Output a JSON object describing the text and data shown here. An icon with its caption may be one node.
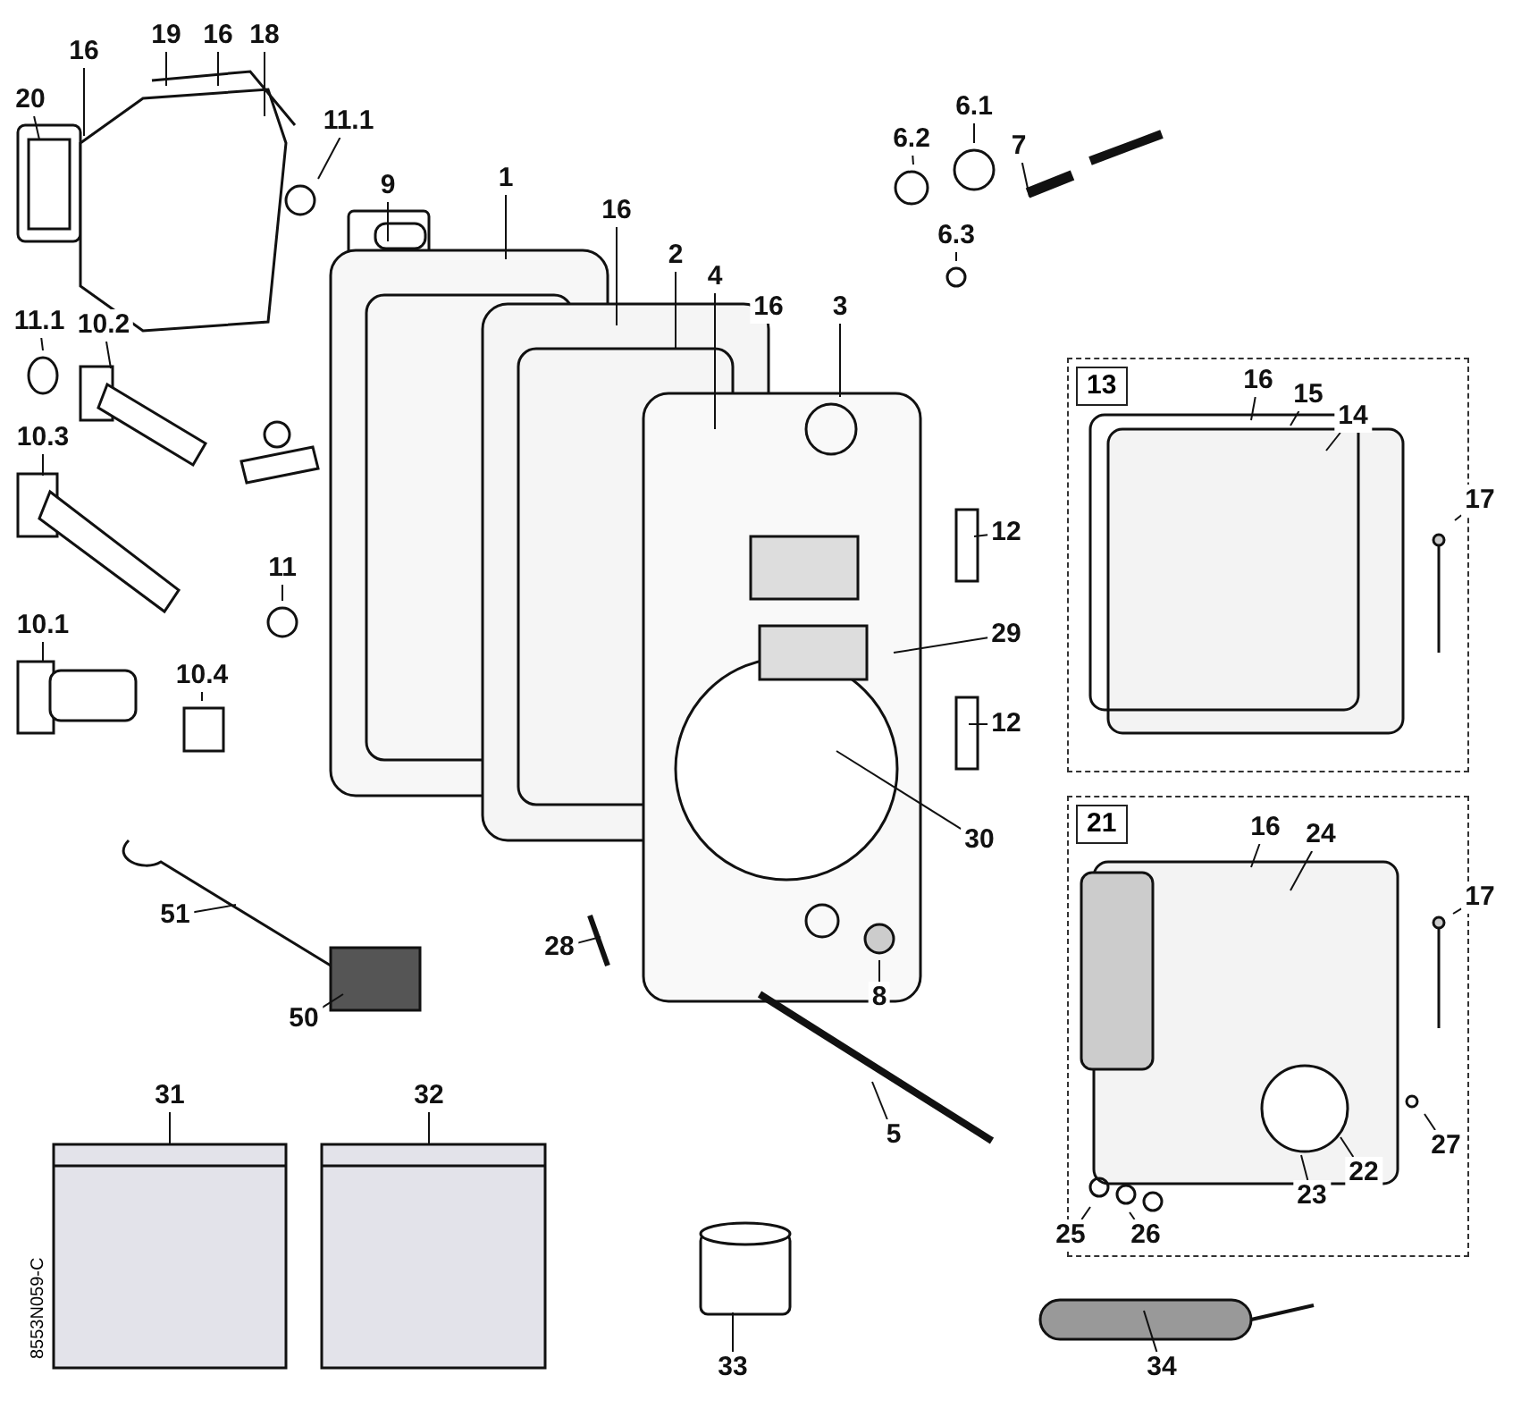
{
  "diagram": {
    "nodes": [
      {
        "text": [
          "20"
        ]
      },
      {
        "text": [
          "16"
        ]
      },
      {
        "text": [
          "19"
        ]
      },
      {
        "text": [
          "16"
        ]
      },
      {
        "text": [
          "18"
        ]
      },
      {
        "text": [
          "11.1"
        ]
      },
      {
        "text": [
          "6.2"
        ]
      },
      {
        "text": [
          "6.1"
        ]
      },
      {
        "text": [
          "7"
        ]
      },
      {
        "text": [
          "9"
        ]
      },
      {
        "text": [
          "1"
        ]
      },
      {
        "text": [
          "6.3"
        ]
      },
      {
        "text": [
          "16"
        ]
      },
      {
        "text": [
          "2"
        ]
      },
      {
        "text": [
          "4"
        ]
      },
      {
        "text": [
          "16"
        ]
      },
      {
        "text": [
          "3"
        ]
      },
      {
        "text": [
          "11.1"
        ]
      },
      {
        "text": [
          "10.2"
        ]
      },
      {
        "text": [
          "13"
        ]
      },
      {
        "text": [
          "16"
        ],
        "in": 19
      },
      {
        "text": [
          "15"
        ],
        "in": 19
      },
      {
        "text": [
          "14"
        ],
        "in": 19
      },
      {
        "text": [
          "17"
        ]
      },
      {
        "text": [
          "12"
        ]
      },
      {
        "text": [
          "10.3"
        ]
      },
      {
        "text": [
          "11"
        ]
      },
      {
        "text": [
          "10.1"
        ]
      },
      {
        "text": [
          "10.4"
        ]
      },
      {
        "text": [
          "29"
        ]
      },
      {
        "text": [
          "12"
        ]
      },
      {
        "text": [
          "30"
        ]
      },
      {
        "text": [
          "21"
        ]
      },
      {
        "text": [
          "16"
        ],
        "in": 32
      },
      {
        "text": [
          "24"
        ],
        "in": 32
      },
      {
        "text": [
          "17"
        ]
      },
      {
        "text": [
          "51"
        ]
      },
      {
        "text": [
          "28"
        ]
      },
      {
        "text": [
          "8"
        ]
      },
      {
        "text": [
          "50"
        ]
      },
      {
        "text": [
          "31"
        ]
      },
      {
        "text": [
          "32"
        ]
      },
      {
        "text": [
          "5"
        ]
      },
      {
        "text": [
          "27"
        ],
        "in": 32
      },
      {
        "text": [
          "22"
        ],
        "in": 32
      },
      {
        "text": [
          "23"
        ],
        "in": 32
      },
      {
        "text": [
          "25"
        ],
        "in": 32
      },
      {
        "text": [
          "26"
        ],
        "in": 32
      },
      {
        "text": [
          "33"
        ]
      },
      {
        "text": [
          "34"
        ]
      }
    ],
    "edges": [
      {
        "from": 0,
        "to": null,
        "arrow": "none"
      },
      {
        "from": 1,
        "to": null,
        "arrow": "none"
      },
      {
        "from": 2,
        "to": null,
        "arrow": "none"
      },
      {
        "from": 3,
        "to": null,
        "arrow": "none"
      },
      {
        "from": 4,
        "to": null,
        "arrow": "none"
      },
      {
        "from": 5,
        "to": null,
        "arrow": "none"
      },
      {
        "from": 6,
        "to": null,
        "arrow": "none"
      },
      {
        "from": 7,
        "to": null,
        "arrow": "none"
      },
      {
        "from": 8,
        "to": null,
        "arrow": "none"
      },
      {
        "from": 9,
        "to": null,
        "arrow": "none"
      },
      {
        "from": 10,
        "to": null,
        "arrow": "none"
      },
      {
        "from": 11,
        "to": null,
        "arrow": "none"
      },
      {
        "from": 12,
        "to": null,
        "arrow": "none"
      },
      {
        "from": 13,
        "to": null,
        "arrow": "none"
      },
      {
        "from": 14,
        "to": null,
        "arrow": "none"
      },
      {
        "from": 15,
        "to": null,
        "arrow": "none"
      },
      {
        "from": 16,
        "to": null,
        "arrow": "none"
      },
      {
        "from": 17,
        "to": null,
        "arrow": "none"
      },
      {
        "from": 18,
        "to": null,
        "arrow": "none"
      },
      {
        "from": 20,
        "to": null,
        "arrow": "none"
      },
      {
        "from": 21,
        "to": null,
        "arrow": "none"
      },
      {
        "from": 22,
        "to": null,
        "arrow": "none"
      },
      {
        "from": 23,
        "to": null,
        "arrow": "none"
      },
      {
        "from": 24,
        "to": null,
        "arrow": "none"
      },
      {
        "from": 25,
        "to": null,
        "arrow": "none"
      },
      {
        "from": 26,
        "to": null,
        "arrow": "none"
      },
      {
        "from": 27,
        "to": null,
        "arrow": "none"
      },
      {
        "from": 28,
        "to": null,
        "arrow": "none"
      },
      {
        "from": 29,
        "to": null,
        "arrow": "none"
      },
      {
        "from": 30,
        "to": null,
        "arrow": "none"
      },
      {
        "from": 31,
        "to": null,
        "arrow": "none"
      },
      {
        "from": 33,
        "to": null,
        "arrow": "none"
      },
      {
        "from": 34,
        "to": null,
        "arrow": "none"
      },
      {
        "from": 35,
        "to": null,
        "arrow": "none"
      },
      {
        "from": 36,
        "to": null,
        "arrow": "none"
      },
      {
        "from": 37,
        "to": null,
        "arrow": "none"
      },
      {
        "from": 38,
        "to": null,
        "arrow": "none"
      },
      {
        "from": 39,
        "to": null,
        "arrow": "none"
      },
      {
        "from": 40,
        "to": null,
        "arrow": "none"
      },
      {
        "from": 41,
        "to": null,
        "arrow": "none"
      },
      {
        "from": 42,
        "to": null,
        "arrow": "none"
      },
      {
        "from": 43,
        "to": null,
        "arrow": "none"
      },
      {
        "from": 44,
        "to": null,
        "arrow": "none"
      },
      {
        "from": 45,
        "to": null,
        "arrow": "none"
      },
      {
        "from": 46,
        "to": null,
        "arrow": "none"
      },
      {
        "from": 47,
        "to": null,
        "arrow": "none"
      },
      {
        "from": 48,
        "to": null,
        "arrow": "none"
      },
      {
        "from": 49,
        "to": null,
        "arrow": "none"
      }
    ],
    "labels": [
      "8553N059-C"
    ]
  }
}
